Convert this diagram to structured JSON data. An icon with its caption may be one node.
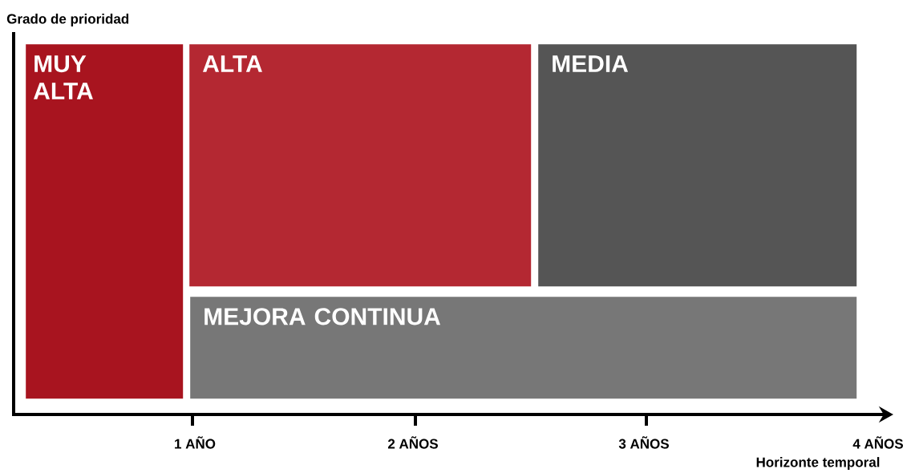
{
  "diagram": {
    "nodes": [
      {
        "text": [
          "MUY ALTA"
        ]
      },
      {
        "text": [
          "ALTA"
        ]
      },
      {
        "text": [
          "MEDIA"
        ]
      },
      {
        "text": [
          "MEJORA CONTINUA"
        ]
      }
    ],
    "labels": [
      "Grado de prioridad",
      "1 AÑO",
      "2 AÑOS",
      "3 AÑOS",
      "4 AÑOS",
      "Horizonte temporal"
    ]
  }
}
